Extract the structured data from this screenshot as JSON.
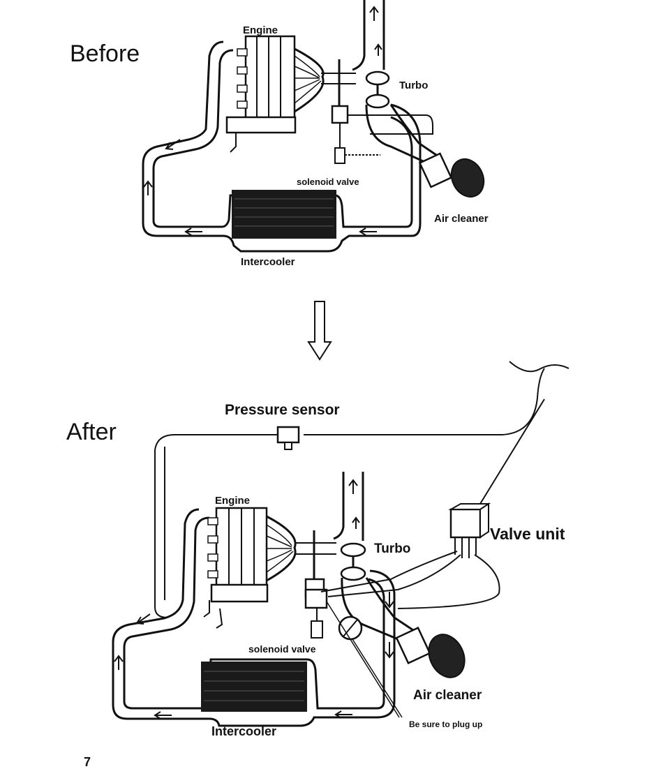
{
  "before": {
    "heading": "Before",
    "labels": {
      "engine": "Engine",
      "turbo": "Turbo",
      "solenoid": "solenoid valve",
      "air_cleaner": "Air cleaner",
      "intercooler": "Intercooler"
    }
  },
  "after": {
    "heading": "After",
    "labels": {
      "pressure_sensor": "Pressure sensor",
      "engine": "Engine",
      "turbo": "Turbo",
      "valve_unit": "Valve unit",
      "solenoid": "solenoid valve",
      "air_cleaner": "Air cleaner",
      "intercooler": "Intercooler",
      "plug_note": "Be sure to plug up"
    }
  },
  "page_number": "7",
  "icons": {
    "transition": "down-arrow-icon"
  },
  "colors": {
    "ink": "#111111",
    "paper": "#ffffff"
  }
}
